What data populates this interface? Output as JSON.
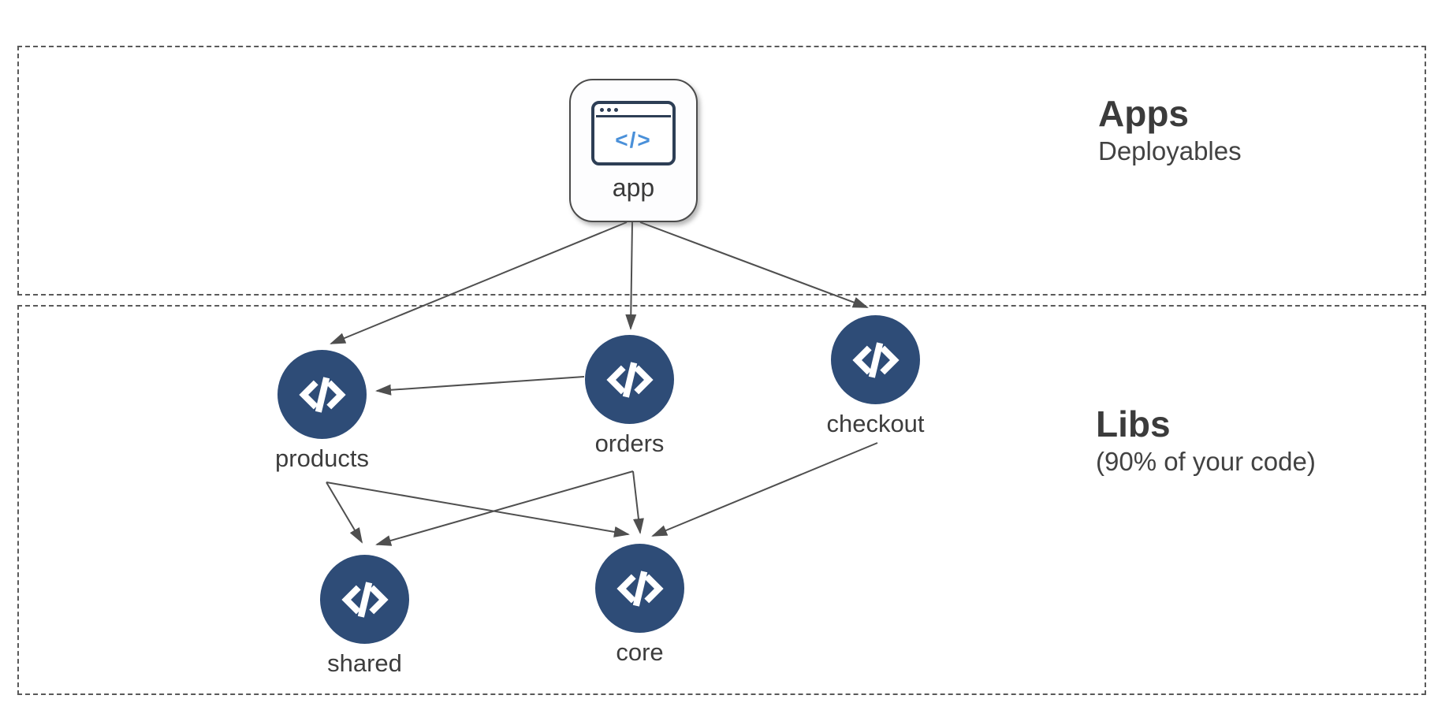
{
  "diagram": {
    "zones": {
      "apps": {
        "title": "Apps",
        "subtitle": "Deployables"
      },
      "libs": {
        "title": "Libs",
        "subtitle": "(90% of your code)"
      }
    },
    "app_node": {
      "label": "app",
      "icon": "browser-window-icon",
      "icon_glyph": "</>"
    },
    "lib_nodes": {
      "products": {
        "label": "products",
        "icon": "code-icon"
      },
      "orders": {
        "label": "orders",
        "icon": "code-icon"
      },
      "checkout": {
        "label": "checkout",
        "icon": "code-icon"
      },
      "shared": {
        "label": "shared",
        "icon": "code-icon"
      },
      "core": {
        "label": "core",
        "icon": "code-icon"
      }
    },
    "edges": [
      {
        "from": "app",
        "to": "products"
      },
      {
        "from": "app",
        "to": "orders"
      },
      {
        "from": "app",
        "to": "checkout"
      },
      {
        "from": "orders",
        "to": "products"
      },
      {
        "from": "products",
        "to": "shared"
      },
      {
        "from": "products",
        "to": "core"
      },
      {
        "from": "orders",
        "to": "shared"
      },
      {
        "from": "orders",
        "to": "core"
      },
      {
        "from": "checkout",
        "to": "core"
      }
    ],
    "colors": {
      "node_fill": "#2e4c77",
      "edge": "#4f4f4f",
      "zone_border": "#5a5a5a",
      "text": "#3d3d3d",
      "icon_blue": "#4a90d9",
      "icon_navy": "#2d3e55"
    }
  }
}
